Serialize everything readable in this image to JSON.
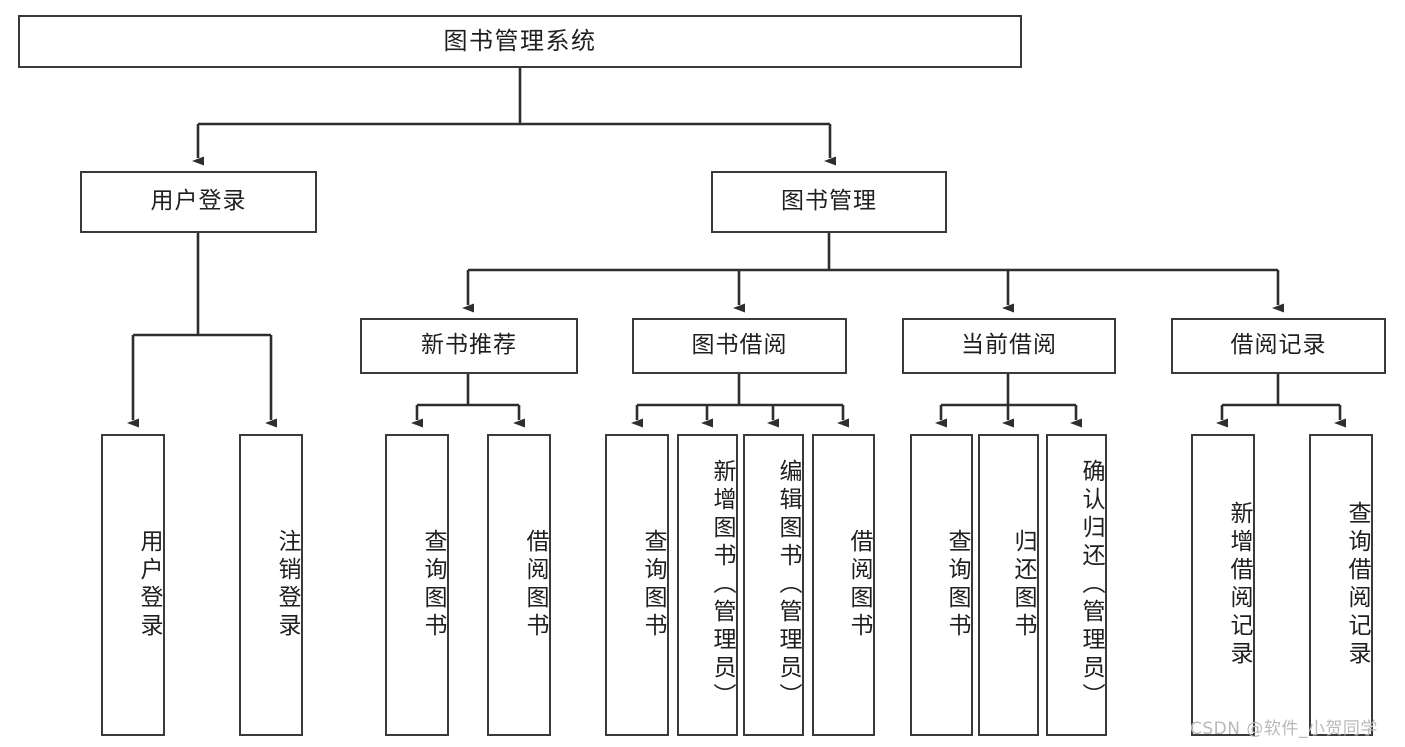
{
  "diagram": {
    "title": "图书管理系统",
    "watermark": "CSDN @软件_小贺同学",
    "line_color": "#3a3a3a",
    "background": "#ffffff",
    "text_color": "#1f1f1f",
    "watermark_color": "#b9b9b9",
    "root": {
      "label": "图书管理系统"
    },
    "level1": [
      {
        "label": "用户登录"
      },
      {
        "label": "图书管理"
      }
    ],
    "level2": [
      {
        "label": "新书推荐"
      },
      {
        "label": "图书借阅"
      },
      {
        "label": "当前借阅"
      },
      {
        "label": "借阅记录"
      }
    ],
    "leaves": {
      "user_login": [
        {
          "label": "用户登录"
        },
        {
          "label": "注销登录"
        }
      ],
      "new_book_recommend": [
        {
          "label": "查询图书"
        },
        {
          "label": "借阅图书"
        }
      ],
      "book_borrow": [
        {
          "label": "查询图书"
        },
        {
          "label": "新增图书（管理员）"
        },
        {
          "label": "编辑图书（管理员）"
        },
        {
          "label": "借阅图书"
        }
      ],
      "current_borrow": [
        {
          "label": "查询图书"
        },
        {
          "label": "归还图书"
        },
        {
          "label": "确认归还（管理员）"
        }
      ],
      "borrow_record": [
        {
          "label": "新增借阅记录"
        },
        {
          "label": "查询借阅记录"
        }
      ]
    }
  }
}
